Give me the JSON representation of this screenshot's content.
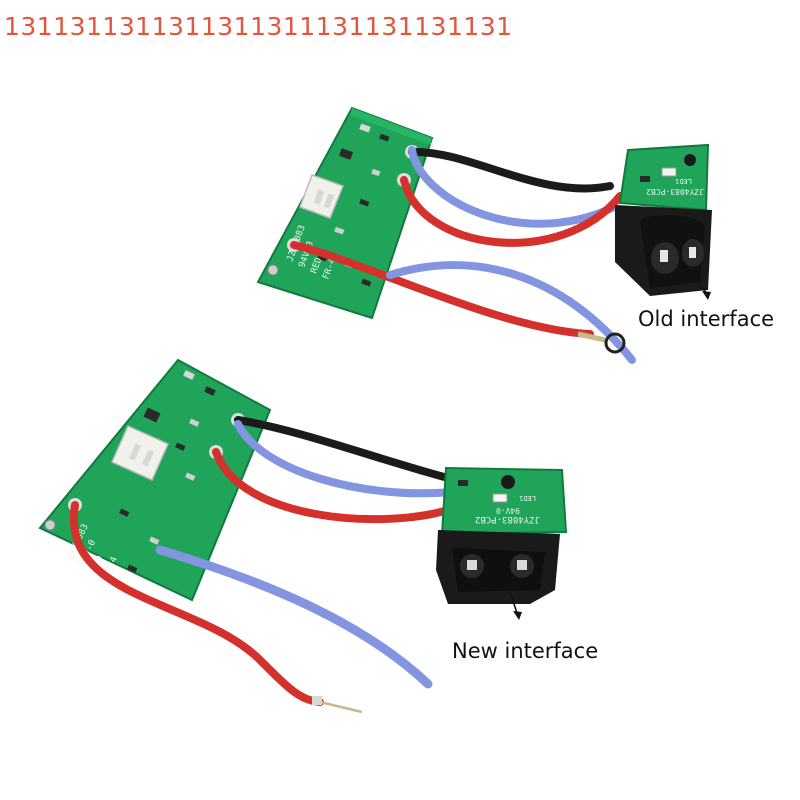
{
  "watermark": {
    "text": "1311311311311311311131131131131"
  },
  "labels": {
    "old_interface": "Old interface",
    "new_interface": "New interface"
  },
  "colors": {
    "pcb": "#1fa45a",
    "pcb_dark": "#17884a",
    "wire_red": "#d4312c",
    "wire_black": "#1b1b1b",
    "wire_blue": "#8394e0",
    "connector": "#f1f1ec",
    "socket": "#1a1a1a",
    "watermark": "#e2553f"
  },
  "pcb_markings": {
    "main": [
      "JZY4083",
      "94V-0",
      "RED",
      "FR-4"
    ],
    "small": [
      "JZY4083-PCB2",
      "94V-0",
      "LED1"
    ]
  },
  "icons": [
    "arrow-pointer-old",
    "arrow-pointer-new"
  ]
}
